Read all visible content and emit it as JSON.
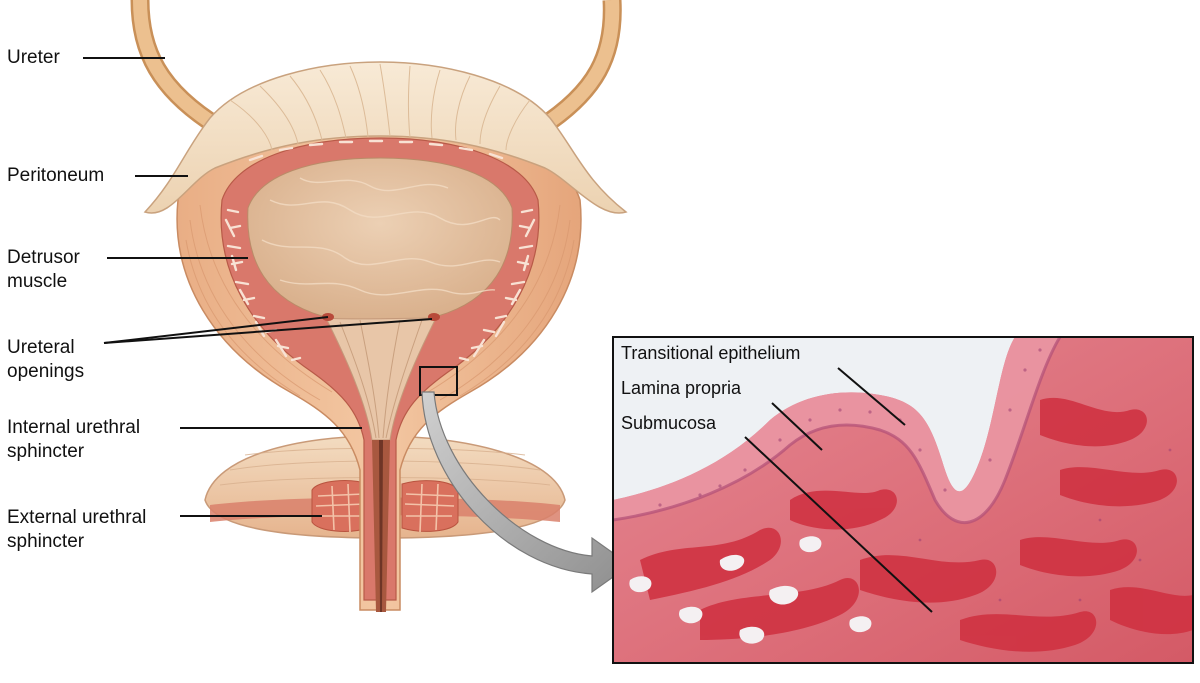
{
  "labels": {
    "ureter": "Ureter",
    "peritoneum": "Peritoneum",
    "detrusor_line1": "Detrusor",
    "detrusor_line2": "muscle",
    "ureteral_line1": "Ureteral",
    "ureteral_line2": "openings",
    "internal_line1": "Internal urethral",
    "internal_line2": "sphincter",
    "external_line1": "External urethral",
    "external_line2": "sphincter"
  },
  "histology_labels": {
    "transitional": "Transitional epithelium",
    "lamina": "Lamina propria",
    "submucosa": "Submucosa"
  },
  "colors": {
    "ureter": "#ecc08f",
    "peritoneum": "#f5e4cc",
    "detrusor": "#eab38b",
    "mucosa_band": "#d9786b",
    "lumen": "#e5c4a4",
    "urethra": "#c96f57",
    "tissue_pink": "#e07f8a",
    "tissue_red": "#d23a48",
    "slide_background": "#eef1f4",
    "arrow_gray": "#a8a8a8"
  }
}
